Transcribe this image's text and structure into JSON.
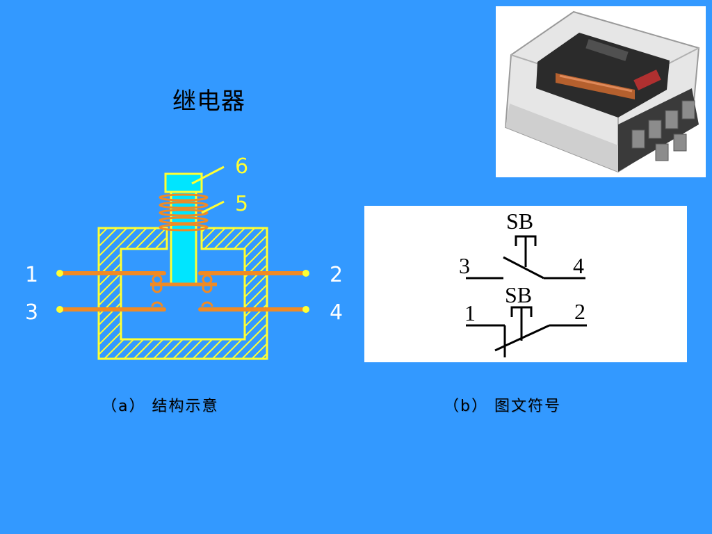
{
  "slide": {
    "title": "继电器",
    "caption_a": "（a） 结构示意",
    "caption_b": "（b） 图文符号"
  },
  "structure": {
    "callout_top": "6",
    "callout_mid": "5",
    "terminals": {
      "t1": "1",
      "t2": "2",
      "t3": "3",
      "t4": "4"
    }
  },
  "symbol": {
    "no_contact": {
      "label": "SB",
      "left": "3",
      "right": "4"
    },
    "nc_contact": {
      "label": "SB",
      "left": "1",
      "right": "2"
    }
  },
  "colors": {
    "background": "#3399ff",
    "frame_yellow": "#ffff33",
    "plunger_cyan": "#00e5ff",
    "wire_orange": "#f08a24"
  }
}
